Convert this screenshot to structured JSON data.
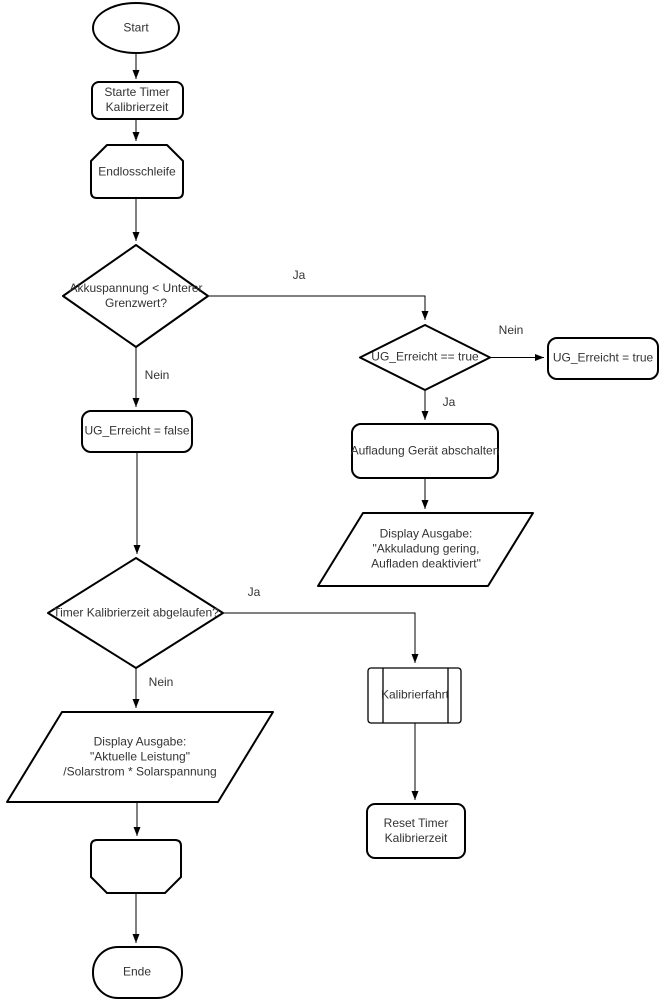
{
  "diagram": {
    "type": "flowchart",
    "language": "de",
    "nodes": {
      "start": {
        "shape": "terminator-ellipse",
        "label": "Start"
      },
      "start_timer": {
        "shape": "rounded-process",
        "label": "Starte Timer\nKalibrierzeit"
      },
      "endlosschleife": {
        "shape": "loop-limit",
        "label": "Endlosschleife"
      },
      "decision_akkuspannung": {
        "shape": "decision",
        "label": "Akkuspannung < Unterer\nGrenzwert?"
      },
      "decision_ug_erreicht": {
        "shape": "decision",
        "label": "UG_Erreicht == true"
      },
      "set_ug_true": {
        "shape": "rounded-process",
        "label": "UG_Erreicht = true"
      },
      "set_ug_false": {
        "shape": "rounded-process",
        "label": "UG_Erreicht = false"
      },
      "aufladung_abschalten": {
        "shape": "rounded-process",
        "label": "Aufladung Gerät abschalten"
      },
      "display_akkuladung": {
        "shape": "io-parallelogram",
        "label": "Display Ausgabe:\n\"Akkuladung gering,\nAufladen deaktiviert\""
      },
      "decision_timer": {
        "shape": "decision",
        "label": "Timer Kalibrierzeit abgelaufen?"
      },
      "kalibrierfahrt": {
        "shape": "predefined-process",
        "label": "Kalibrierfahrt"
      },
      "reset_timer": {
        "shape": "rounded-process",
        "label": "Reset Timer\nKalibrierzeit"
      },
      "display_leistung": {
        "shape": "io-parallelogram",
        "label": "Display Ausgabe:\n\"Aktuelle Leistung\"\n/Solarstrom * Solarspannung"
      },
      "loop_end": {
        "shape": "loop-limit-flipped",
        "label": ""
      },
      "ende": {
        "shape": "terminator-stadium",
        "label": "Ende"
      }
    },
    "edge_labels": {
      "akkuspannung_ja": "Ja",
      "akkuspannung_nein": "Nein",
      "ug_erreicht_nein": "Nein",
      "ug_erreicht_ja": "Ja",
      "timer_ja": "Ja",
      "timer_nein": "Nein"
    },
    "colors": {
      "shape_stroke": "#000000",
      "connector_stroke": "#000000",
      "shape_fill": "#ffffff",
      "text": "#333333",
      "background": "#ffffff"
    }
  }
}
